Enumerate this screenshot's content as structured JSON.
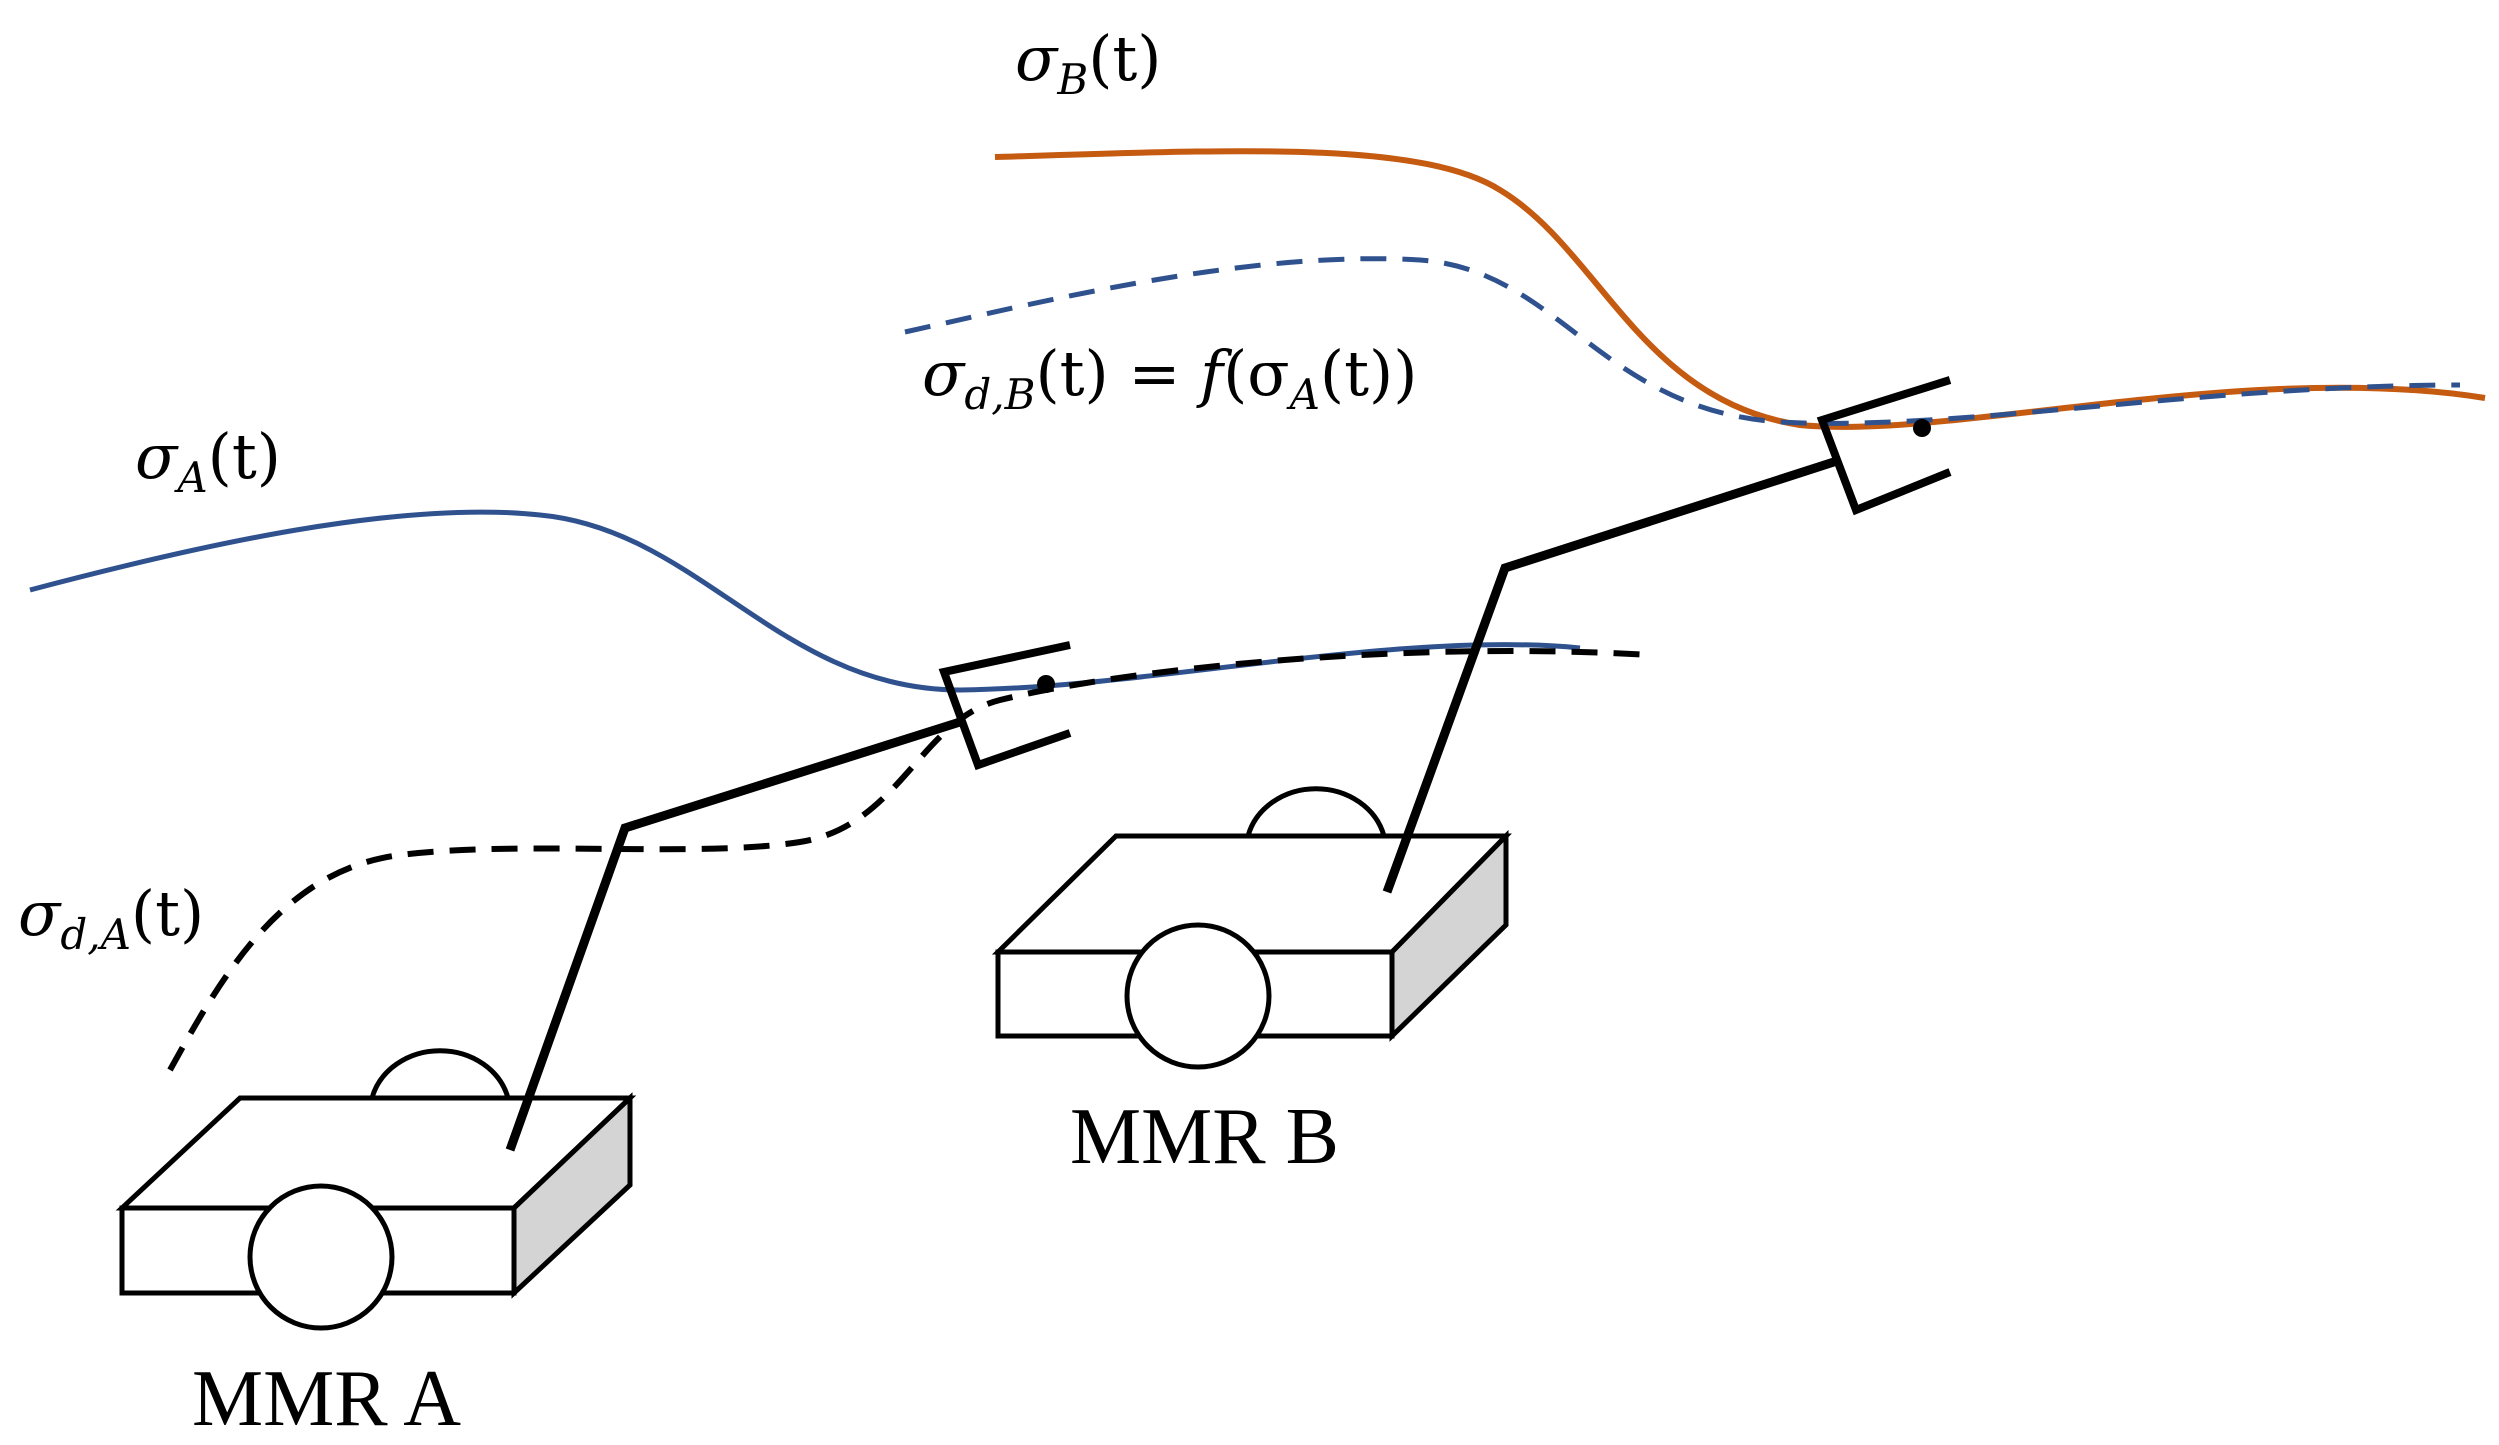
{
  "colors": {
    "trajectory_a": "#2f528f",
    "trajectory_b": "#c55a11",
    "desired_a": "#000000",
    "robot_side": "#d4d4d4",
    "ink": "#000000"
  },
  "labels": {
    "sigma_b": {
      "base": "σ",
      "sub": "B",
      "rest": "(t)"
    },
    "sigma_db": {
      "base": "σ",
      "sub": "d,B",
      "rest": "(t) = ",
      "func": "f",
      "open": "(σ",
      "sub2": "A",
      "close": "(t))"
    },
    "sigma_a": {
      "base": "σ",
      "sub": "A",
      "rest": "(t)"
    },
    "sigma_da": {
      "base": "σ",
      "sub": "d,A",
      "rest": "(t)"
    }
  },
  "robots": {
    "a": {
      "label": "MMR A"
    },
    "b": {
      "label": "MMR B"
    }
  }
}
